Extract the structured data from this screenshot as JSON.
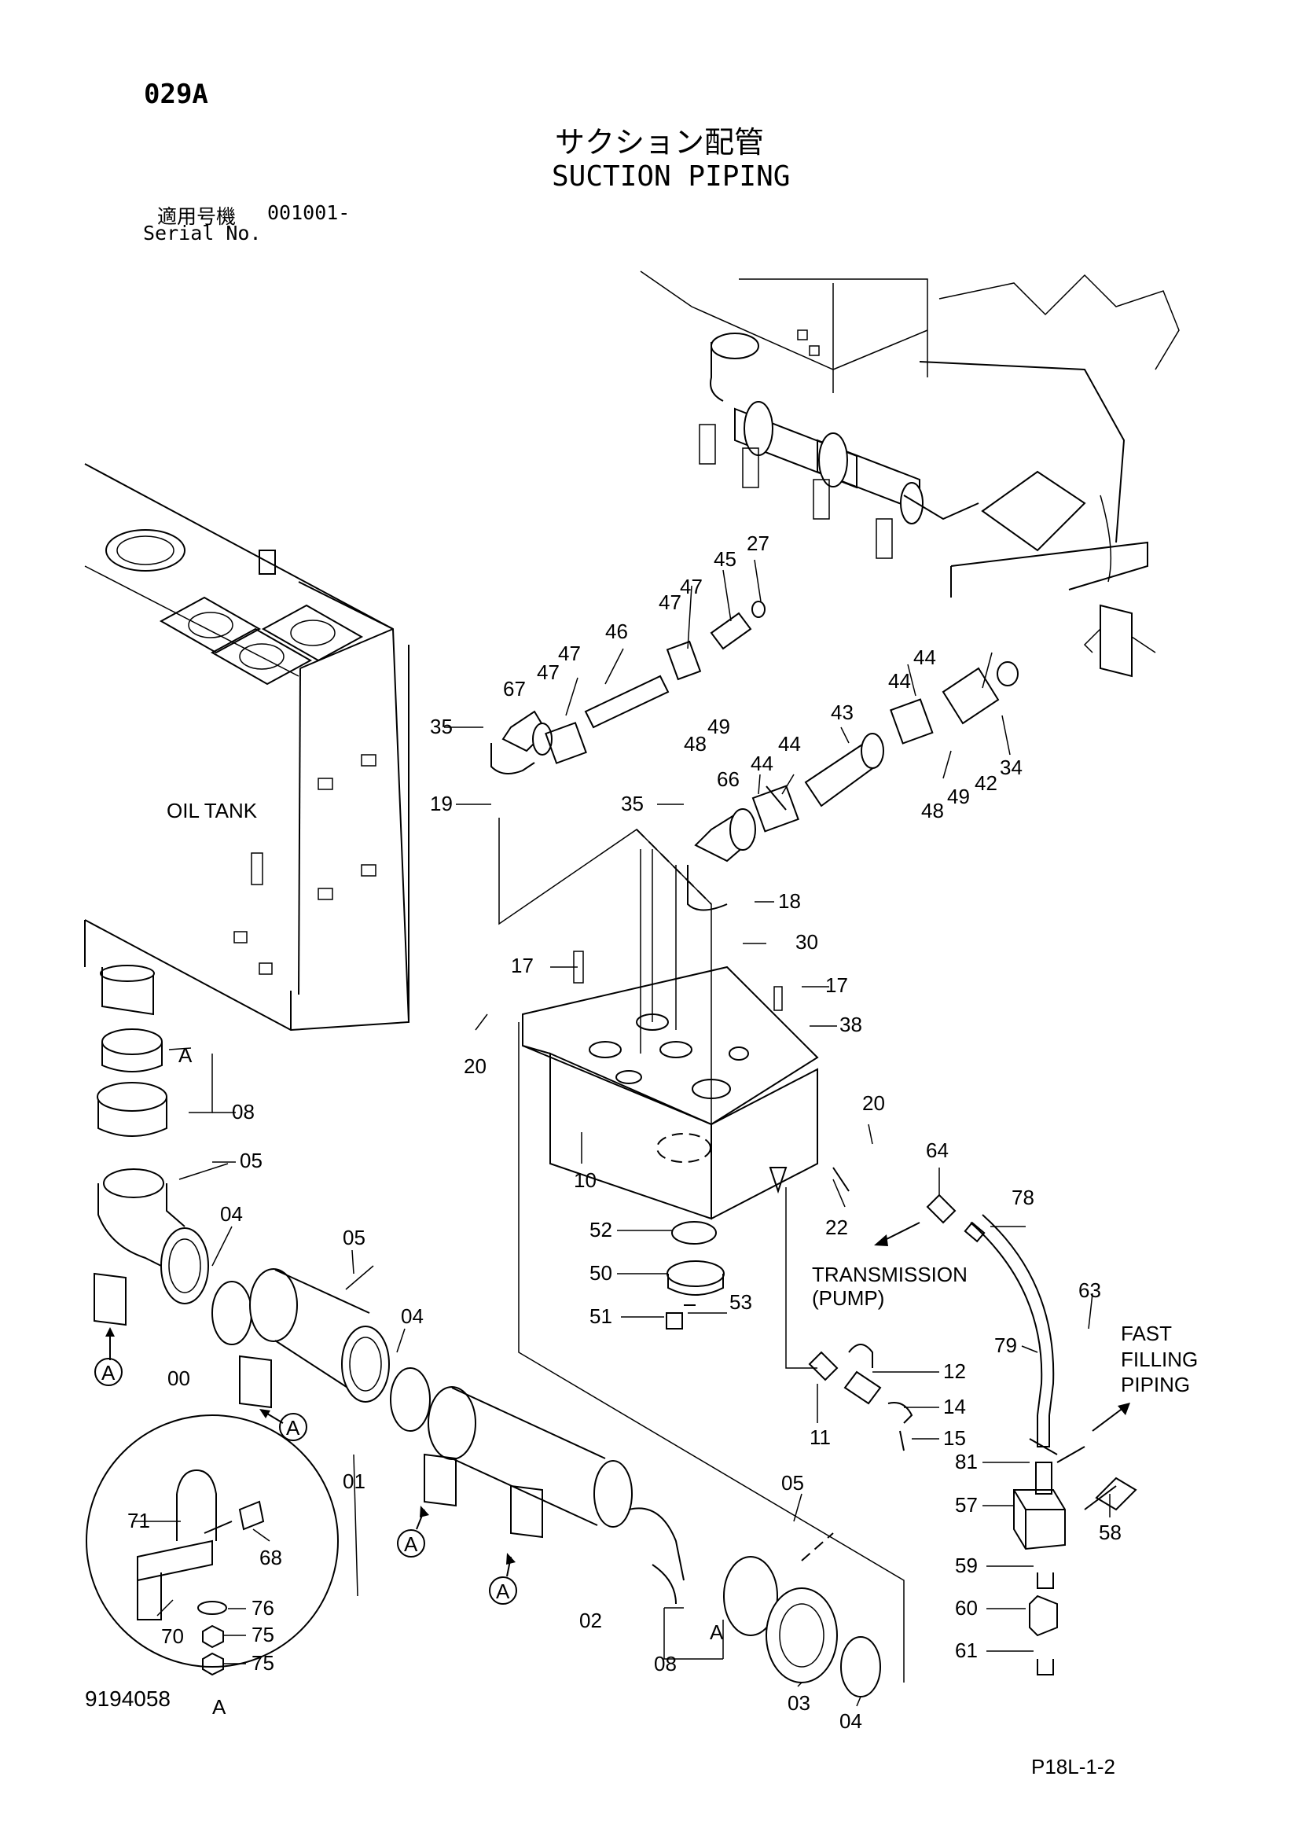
{
  "header": {
    "code": "029A",
    "title_jp": "サクション配管",
    "title_en": "SUCTION PIPING",
    "serial_label_jp": "適用号機",
    "serial_value": "001001-",
    "serial_label_en": "Serial No."
  },
  "footer": {
    "doc_number": "9194058",
    "page_ref": "P18L-1-2"
  },
  "annotations": {
    "oil_tank": "OIL TANK",
    "transmission": "TRANSMISSION",
    "pump": "(PUMP)",
    "fast": "FAST",
    "filling": "FILLING",
    "piping": "PIPING",
    "view_ref": "A"
  },
  "part_labels": [
    "27",
    "45",
    "47",
    "47",
    "47",
    "47",
    "46",
    "67",
    "35",
    "19",
    "35",
    "66",
    "44",
    "44",
    "43",
    "44",
    "44",
    "42",
    "34",
    "48",
    "49",
    "48",
    "49",
    "18",
    "30",
    "17",
    "17",
    "38",
    "20",
    "20",
    "10",
    "22",
    "64",
    "78",
    "52",
    "50",
    "51",
    "53",
    "63",
    "79",
    "12",
    "14",
    "15",
    "11",
    "81",
    "57",
    "58",
    "59",
    "60",
    "61",
    "08",
    "05",
    "04",
    "00",
    "05",
    "04",
    "01",
    "02",
    "03",
    "04",
    "05",
    "08",
    "71",
    "68",
    "76",
    "75",
    "75",
    "70"
  ]
}
